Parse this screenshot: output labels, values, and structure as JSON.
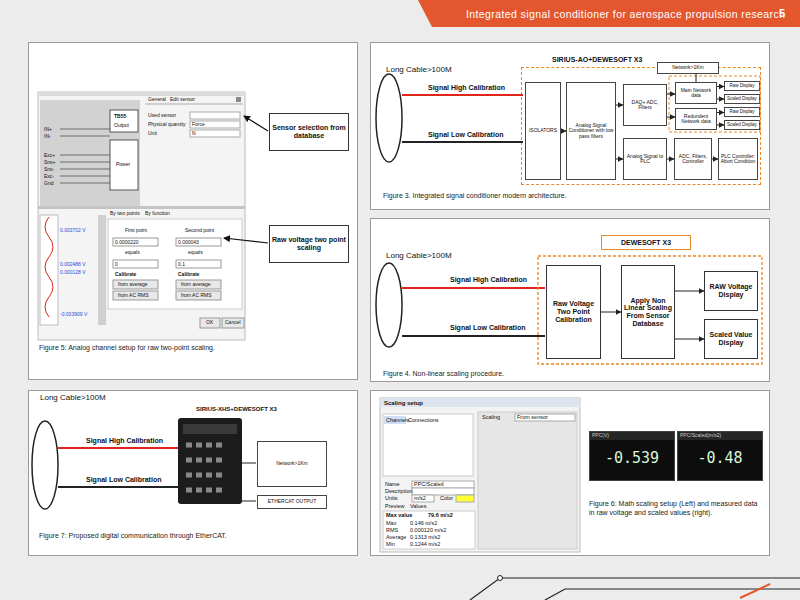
{
  "diagram": {
    "title": "Integrated signal conditioner for aerospace propulsion research",
    "nodes": [
      {
        "text": [
          "Figure 5: Analog channel setup for raw two-point scaling."
        ]
      },
      {
        "text": [
          "Sensor selection from database"
        ],
        "in": 0
      },
      {
        "text": [
          "Raw voltage two point scaling"
        ],
        "in": 0
      },
      {
        "text": [
          "Figure 3. Integrated signal conditioner modern architecture."
        ]
      },
      {
        "text": [
          "SIRIUS-AO+DEWESOFT X3"
        ],
        "in": 3
      },
      {
        "text": [
          "ISOLATORS"
        ],
        "in": 4
      },
      {
        "text": [
          "Analog Signal Conditioner with low pass filters"
        ],
        "in": 4
      },
      {
        "text": [
          "DAQ+ ADC, Filters"
        ],
        "in": 4
      },
      {
        "text": [
          "Network>1Km"
        ],
        "in": 4
      },
      {
        "text": [
          "Main Network data"
        ],
        "in": 4
      },
      {
        "text": [
          "Raw Display"
        ],
        "in": 4
      },
      {
        "text": [
          "Scaled Display"
        ],
        "in": 4
      },
      {
        "text": [
          "Redundent Network data"
        ],
        "in": 4
      },
      {
        "text": [
          "Raw Display"
        ],
        "in": 4
      },
      {
        "text": [
          "Scaled Display"
        ],
        "in": 4
      },
      {
        "text": [
          "Analog Signal to PLC"
        ],
        "in": 4
      },
      {
        "text": [
          "ADC, Filters, Controller"
        ],
        "in": 4
      },
      {
        "text": [
          "PLC Controller: Abort Condition"
        ],
        "in": 4
      },
      {
        "text": [
          "Figure 4. Non-linear scaling procedure."
        ]
      },
      {
        "text": [
          "DEWESOFT X3"
        ],
        "in": 18
      },
      {
        "text": [
          "Raw Voltage Two Point Calibration"
        ],
        "in": 18
      },
      {
        "text": [
          "Apply Non Linear Scaling From Sensor Database"
        ],
        "in": 18
      },
      {
        "text": [
          "RAW Voltage Display"
        ],
        "in": 18
      },
      {
        "text": [
          "Scaled Value Display"
        ],
        "in": 18
      },
      {
        "text": [
          "Figure 7: Proposed digital communication through EtherCAT."
        ]
      },
      {
        "text": [
          "Network>1Km"
        ],
        "in": 24
      },
      {
        "text": [
          "ETHERCAT OUTPUT"
        ],
        "in": 24
      },
      {
        "text": [
          "Figure 6: Math scaling setup (Left) and measured data in raw voltage and scaled values (right)."
        ]
      },
      {
        "text": [
          "PPC(V)",
          "-0.539"
        ],
        "in": 27
      },
      {
        "text": [
          "PPC/Scaled(m/s2)",
          "-0.48"
        ],
        "in": 27
      }
    ],
    "edges": [
      {
        "from": 5,
        "to": 6,
        "arrow": "to"
      },
      {
        "from": 6,
        "to": 7,
        "arrow": "to"
      },
      {
        "from": 6,
        "to": 15,
        "arrow": "to"
      },
      {
        "from": 8,
        "to": 9,
        "arrow": "none"
      },
      {
        "from": 7,
        "to": 9,
        "arrow": "to"
      },
      {
        "from": 7,
        "to": 12,
        "arrow": "to"
      },
      {
        "from": 9,
        "to": 10,
        "arrow": "to"
      },
      {
        "from": 9,
        "to": 11,
        "arrow": "to"
      },
      {
        "from": 12,
        "to": 13,
        "arrow": "to"
      },
      {
        "from": 12,
        "to": 14,
        "arrow": "to"
      },
      {
        "from": 15,
        "to": 16,
        "arrow": "to"
      },
      {
        "from": 16,
        "to": 17,
        "arrow": "to"
      },
      {
        "from": 20,
        "to": 21,
        "arrow": "to"
      },
      {
        "from": 21,
        "to": 22,
        "arrow": "to"
      },
      {
        "from": 21,
        "to": 23,
        "arrow": "to"
      }
    ],
    "labels": [
      "5",
      "General",
      "Edit sensor",
      "Used sensor",
      "Physical quantity",
      "Unit",
      "Force",
      "N",
      "TB55",
      "Output",
      "Power",
      "IN+",
      "IN-",
      "Exc+",
      "Sns+",
      "Sns-",
      "Exc-",
      "Gnd",
      "0.003702 V",
      "0.002488 V",
      "0.000128 V",
      "-0.003909 V",
      "By two points",
      "By function",
      "First point",
      "Second point",
      "0.0000220",
      "0.000043",
      "equals",
      "equals",
      "0",
      "0.1",
      "Calibrate",
      "Calibrate",
      "from average",
      "from AC RMS",
      "from average",
      "from AC RMS",
      "OK",
      "Cancel",
      "Long Cable>100M",
      "Signal High Calibration",
      "Signal Low Calibration",
      "Long Cable>100M",
      "Signal High Calibration",
      "Signal Low Calibration",
      "Long Cable>100M",
      "SIRIUS-XHS+DEWESOFT X3",
      "Signal High Calibration",
      "Signal Low Calibration",
      "Scaling setup",
      "Channels",
      "Connections",
      "Scaling",
      "From sensor",
      "Name",
      "PPC/Scaled",
      "Description",
      "Units",
      "m/s2",
      "Color",
      "Preview",
      "Values",
      "Max value",
      "79.6 m/s2",
      "Max",
      "0.146 m/s2",
      "RMS",
      "0.000120 m/s2",
      "Average",
      "0.1313 m/s2",
      "Min",
      "0.1244 m/s2"
    ]
  }
}
